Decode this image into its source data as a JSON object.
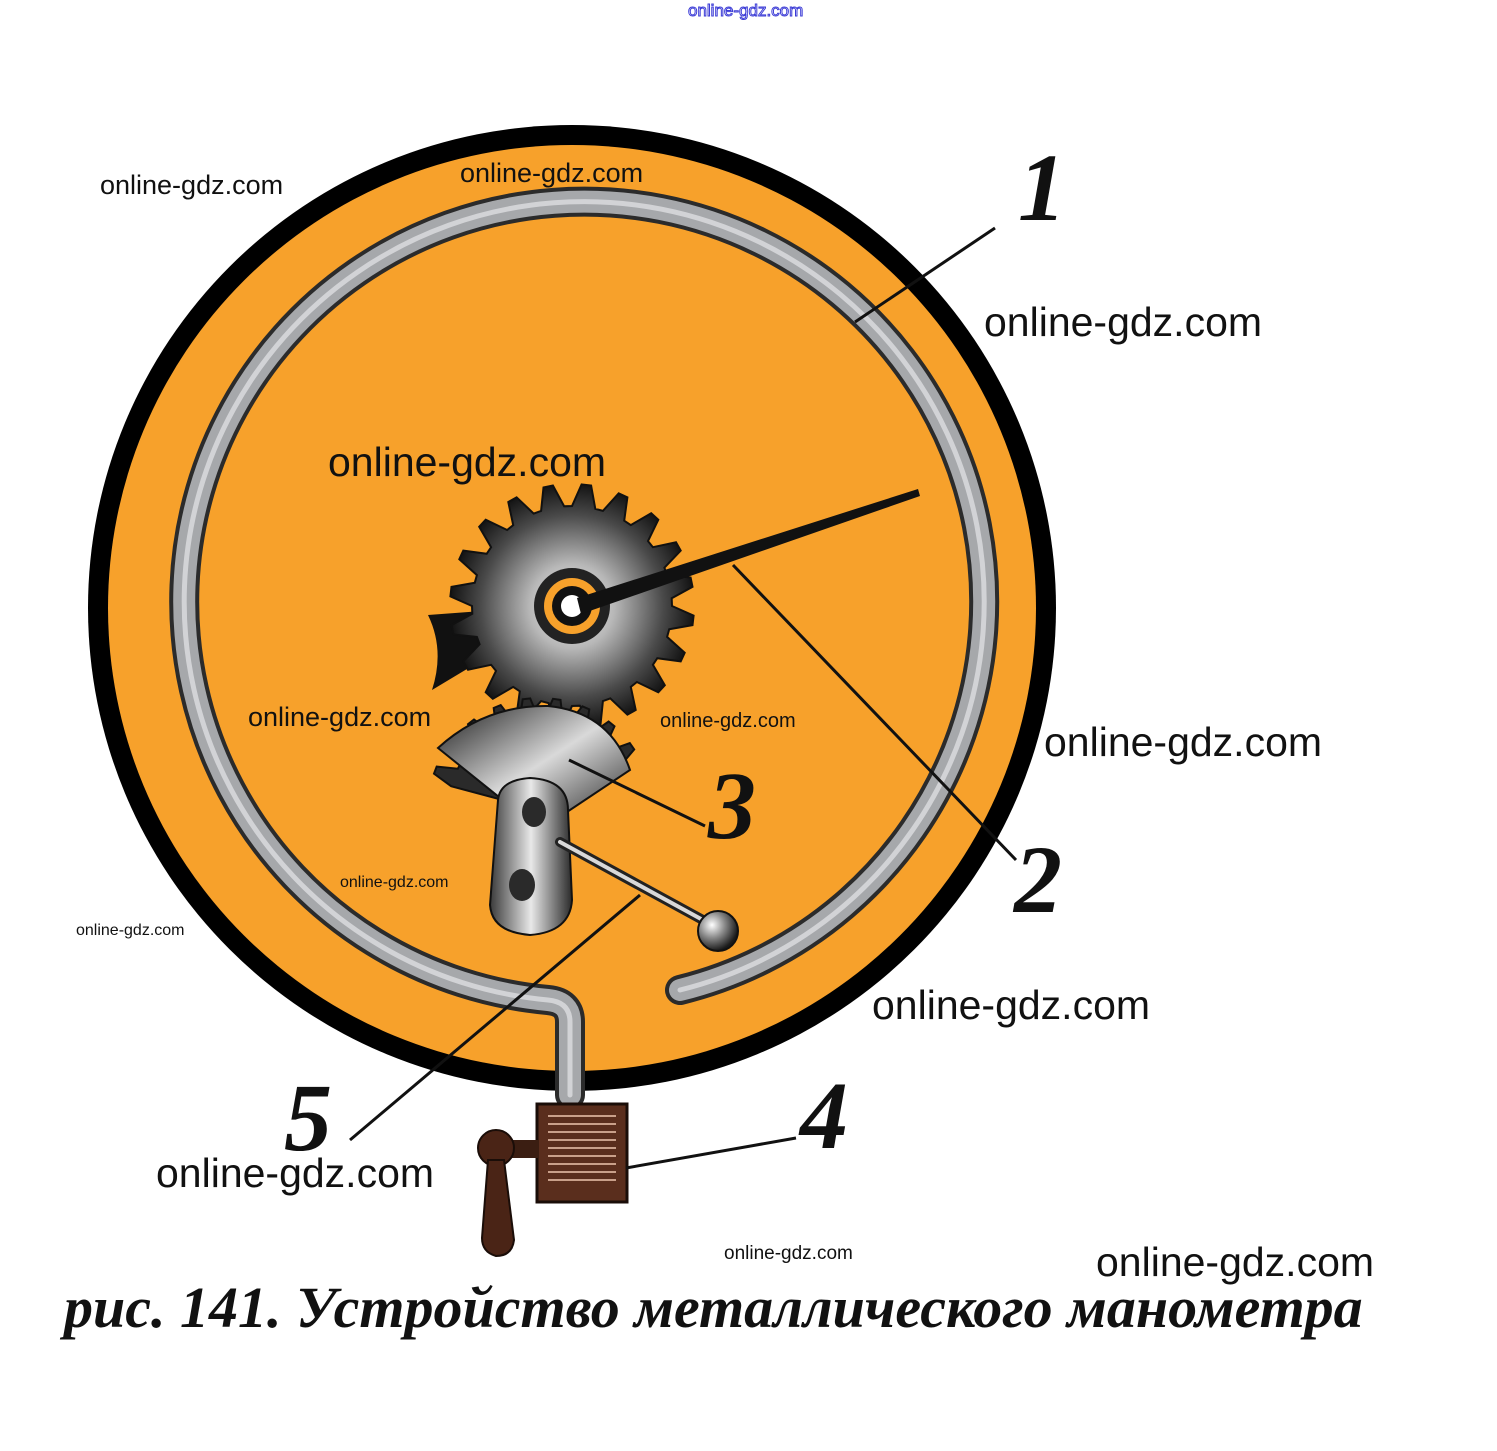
{
  "figure": {
    "callouts": [
      "1",
      "2",
      "3",
      "4",
      "5"
    ],
    "caption": "рис. 141. Устройство металлического манометра"
  },
  "watermarks": [
    "online-gdz.com",
    "online-gdz.com",
    "online-gdz.com",
    "online-gdz.com",
    "online-gdz.com",
    "online-gdz.com",
    "online-gdz.com",
    "online-gdz.com",
    "online-gdz.com",
    "online-gdz.com",
    "online-gdz.com",
    "online-gdz.com",
    "online-gdz.com",
    "online-gdz.com"
  ],
  "colors": {
    "dial": "#f7a12b",
    "rim": "#000000",
    "tube": "#a6a8ab",
    "tap": "#5a2e1d"
  }
}
